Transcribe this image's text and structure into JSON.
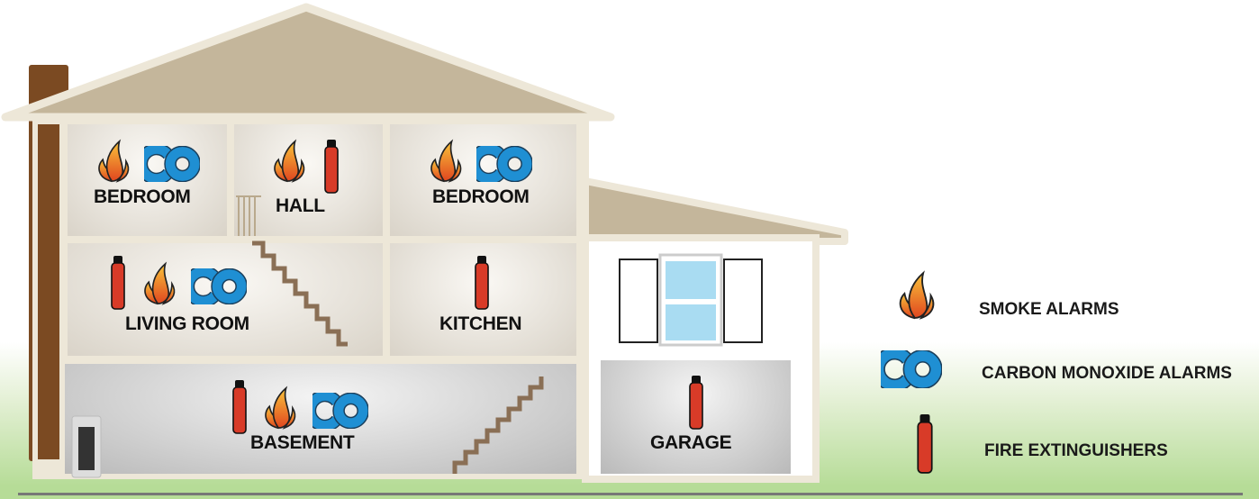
{
  "rooms": {
    "bedroom_left": {
      "label": "BEDROOM",
      "devices": [
        "smoke-alarm",
        "co-alarm"
      ]
    },
    "hall": {
      "label": "HALL",
      "devices": [
        "smoke-alarm",
        "fire-extinguisher"
      ]
    },
    "bedroom_right": {
      "label": "BEDROOM",
      "devices": [
        "smoke-alarm",
        "co-alarm"
      ]
    },
    "living_room": {
      "label": "LIVING ROOM",
      "devices": [
        "fire-extinguisher",
        "smoke-alarm",
        "co-alarm"
      ]
    },
    "kitchen": {
      "label": "KITCHEN",
      "devices": [
        "fire-extinguisher"
      ]
    },
    "basement": {
      "label": "BASEMENT",
      "devices": [
        "fire-extinguisher",
        "smoke-alarm",
        "co-alarm"
      ]
    },
    "garage": {
      "label": "GARAGE",
      "devices": [
        "fire-extinguisher"
      ]
    }
  },
  "legend": [
    {
      "icon": "smoke-alarm",
      "label": "SMOKE ALARMS"
    },
    {
      "icon": "co-alarm",
      "label": "CARBON MONOXIDE ALARMS"
    },
    {
      "icon": "fire-extinguisher",
      "label": "FIRE EXTINGUISHERS"
    }
  ],
  "colors": {
    "roof": "#c4b69b",
    "trim": "#ede7d8",
    "chimney": "#7b4a22",
    "co_blue": "#1f8fd3",
    "extinguisher_red": "#d83b28",
    "ground": "#b6dc97"
  }
}
